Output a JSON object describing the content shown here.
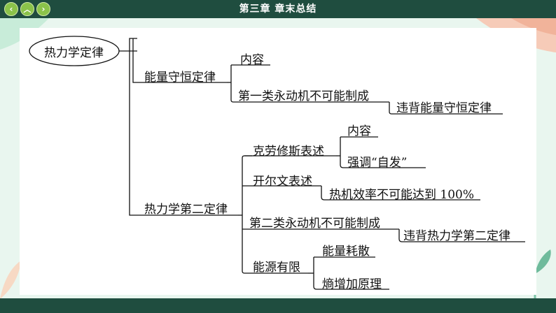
{
  "header": {
    "chapter_title": "第三章  章末总结",
    "nav": {
      "back": "‹",
      "up": "︿",
      "forward": "›"
    }
  },
  "colors": {
    "bar": "#1f4d3f",
    "background": "#e9f6ef",
    "nav_button": "#8bc34a"
  },
  "mind_map": {
    "root": "热力学定律",
    "first_law": {
      "label": "能量守恒定律",
      "content": "内容",
      "perpetual_first": "第一类永动机不可能制成",
      "violates_first": "违背能量守恒定律"
    },
    "second_law": {
      "label": "热力学第二定律",
      "clausius": {
        "label": "克劳修斯表述",
        "content": "内容",
        "emphasis": "强调“自发”"
      },
      "kelvin": {
        "label": "开尔文表述",
        "efficiency": "热机效率不可能达到 100%"
      },
      "perpetual_second": "第二类永动机不可能制成",
      "violates_second": "违背热力学第二定律",
      "energy_limited": {
        "label": "能源有限",
        "dissipation": "能量耗散",
        "entropy": "熵增加原理"
      }
    }
  }
}
